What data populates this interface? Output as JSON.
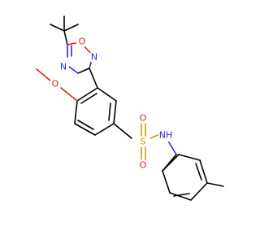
{
  "atoms": {
    "n_upper": {
      "text": "N",
      "color": "#2828e6"
    },
    "o_ring": {
      "text": "O",
      "color": "#e61e1e"
    },
    "n_lower": {
      "text": "N",
      "color": "#2828e6"
    },
    "o_methoxy": {
      "text": "O",
      "color": "#e61e1e"
    },
    "s_sulfonyl": {
      "text": "S",
      "color": "#c8a000"
    },
    "o_sulfonyl_top": {
      "text": "O",
      "color": "#e61e1e"
    },
    "o_sulfonyl_bottom": {
      "text": "O",
      "color": "#e61e1e"
    },
    "nh_amide": {
      "text": "NH",
      "color": "#2828e6"
    }
  }
}
